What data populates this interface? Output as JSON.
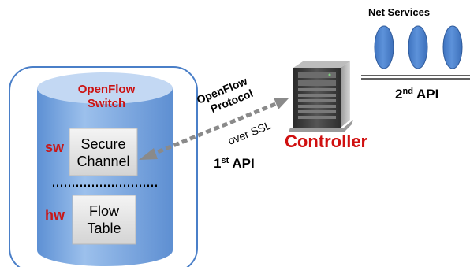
{
  "net_services": {
    "label": "Net Services",
    "node_count": 3
  },
  "controller": {
    "label": "Controller"
  },
  "apis": {
    "second": {
      "number": "2",
      "suffix": "nd",
      "label": "API"
    },
    "first": {
      "number": "1",
      "suffix": "st",
      "label": "API"
    }
  },
  "link": {
    "protocol_line1": "OpenFlow",
    "protocol_line2": "Protocol",
    "transport": "over SSL"
  },
  "switch": {
    "title_line1": "OpenFlow",
    "title_line2": "Switch",
    "sw_label": "sw",
    "hw_label": "hw",
    "secure_channel_line1": "Secure",
    "secure_channel_line2": "Channel",
    "flow_table_line1": "Flow",
    "flow_table_line2": "Table"
  },
  "colors": {
    "cylinder_body": "#6f9fde",
    "cylinder_top": "#c3d8f3",
    "switch_outline": "#4a7fc8",
    "node_fill": "#4f83cc",
    "label_red": "#cc1111",
    "arrow_gray": "#8a8a8a",
    "server_dark": "#3a3a3a"
  }
}
